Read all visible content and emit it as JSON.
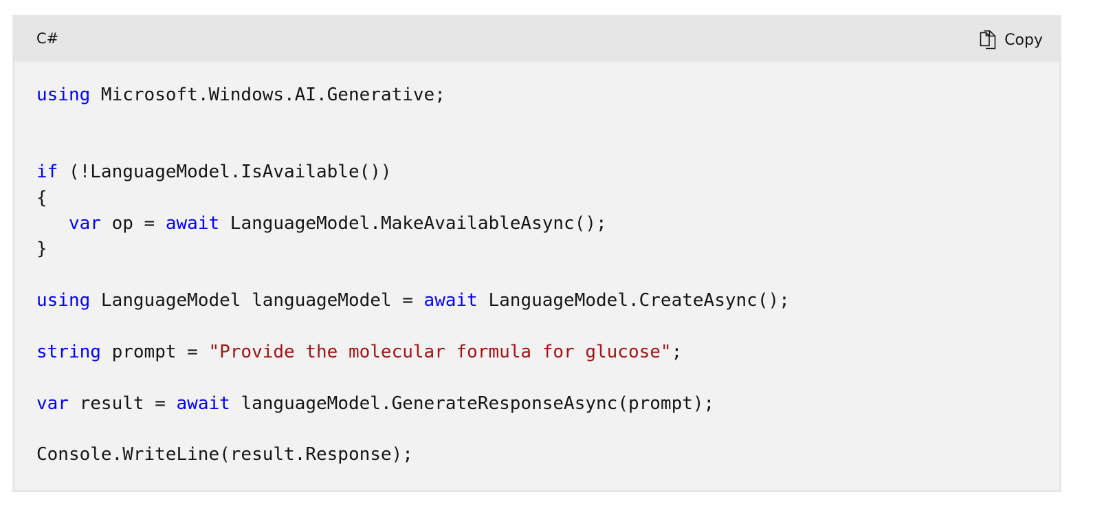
{
  "header": {
    "language": "C#",
    "copy_label": "Copy"
  },
  "colors": {
    "keyword": "#0101fd",
    "string": "#a31515",
    "text": "#161616",
    "header_bg": "#e6e6e6",
    "code_bg": "#f2f2f2"
  },
  "code": {
    "l1_kw": "using",
    "l1_rest": " Microsoft.Windows.AI.Generative;",
    "l4_kw": "if",
    "l4_rest": " (!LanguageModel.IsAvailable())",
    "l5": "{",
    "l6_indent": "   ",
    "l6_kw1": "var",
    "l6_mid": " op = ",
    "l6_kw2": "await",
    "l6_rest": " LanguageModel.MakeAvailableAsync();",
    "l7": "}",
    "l9_kw1": "using",
    "l9_mid": " LanguageModel languageModel = ",
    "l9_kw2": "await",
    "l9_rest": " LanguageModel.CreateAsync();",
    "l11_kw": "string",
    "l11_mid": " prompt = ",
    "l11_str": "\"Provide the molecular formula for glucose\"",
    "l11_end": ";",
    "l13_kw1": "var",
    "l13_mid": " result = ",
    "l13_kw2": "await",
    "l13_rest": " languageModel.GenerateResponseAsync(prompt);",
    "l15": "Console.WriteLine(result.Response);"
  }
}
